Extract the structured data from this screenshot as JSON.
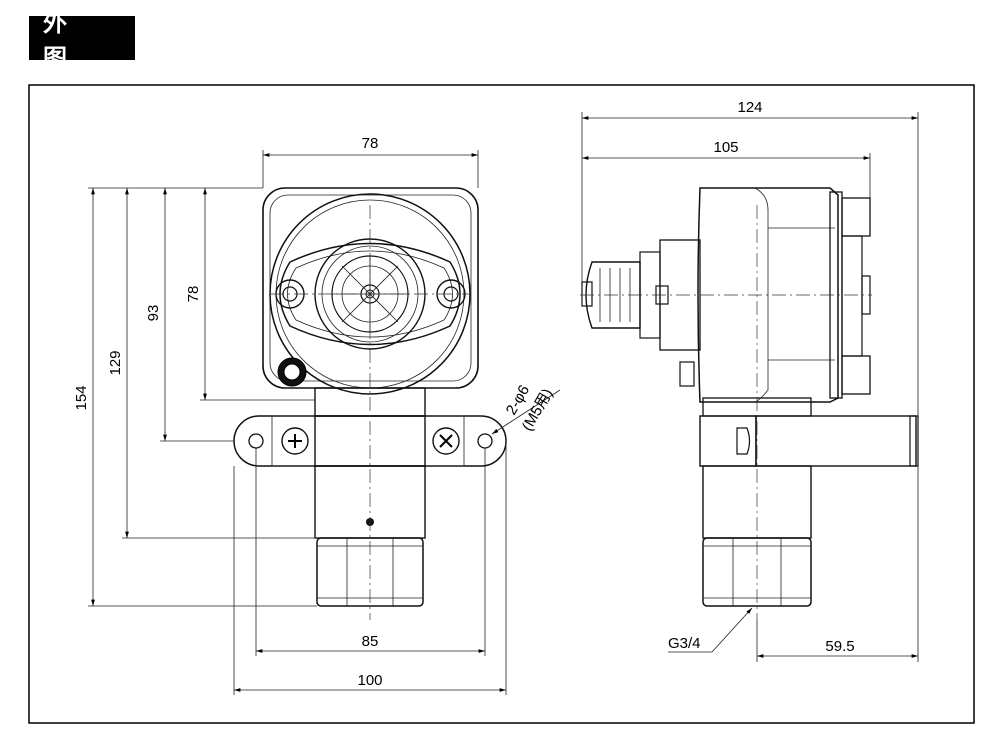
{
  "title": "外 图",
  "front_view": {
    "dims": {
      "width_top": "78",
      "height_78": "78",
      "height_93": "93",
      "height_129": "129",
      "height_154": "154",
      "width_85": "85",
      "width_100": "100"
    },
    "hole_note_line1": "2-φ6",
    "hole_note_line2": "(M5用)"
  },
  "side_view": {
    "dims": {
      "length_124": "124",
      "length_105": "105",
      "offset_59_5": "59.5"
    },
    "thread_label": "G3/4"
  }
}
